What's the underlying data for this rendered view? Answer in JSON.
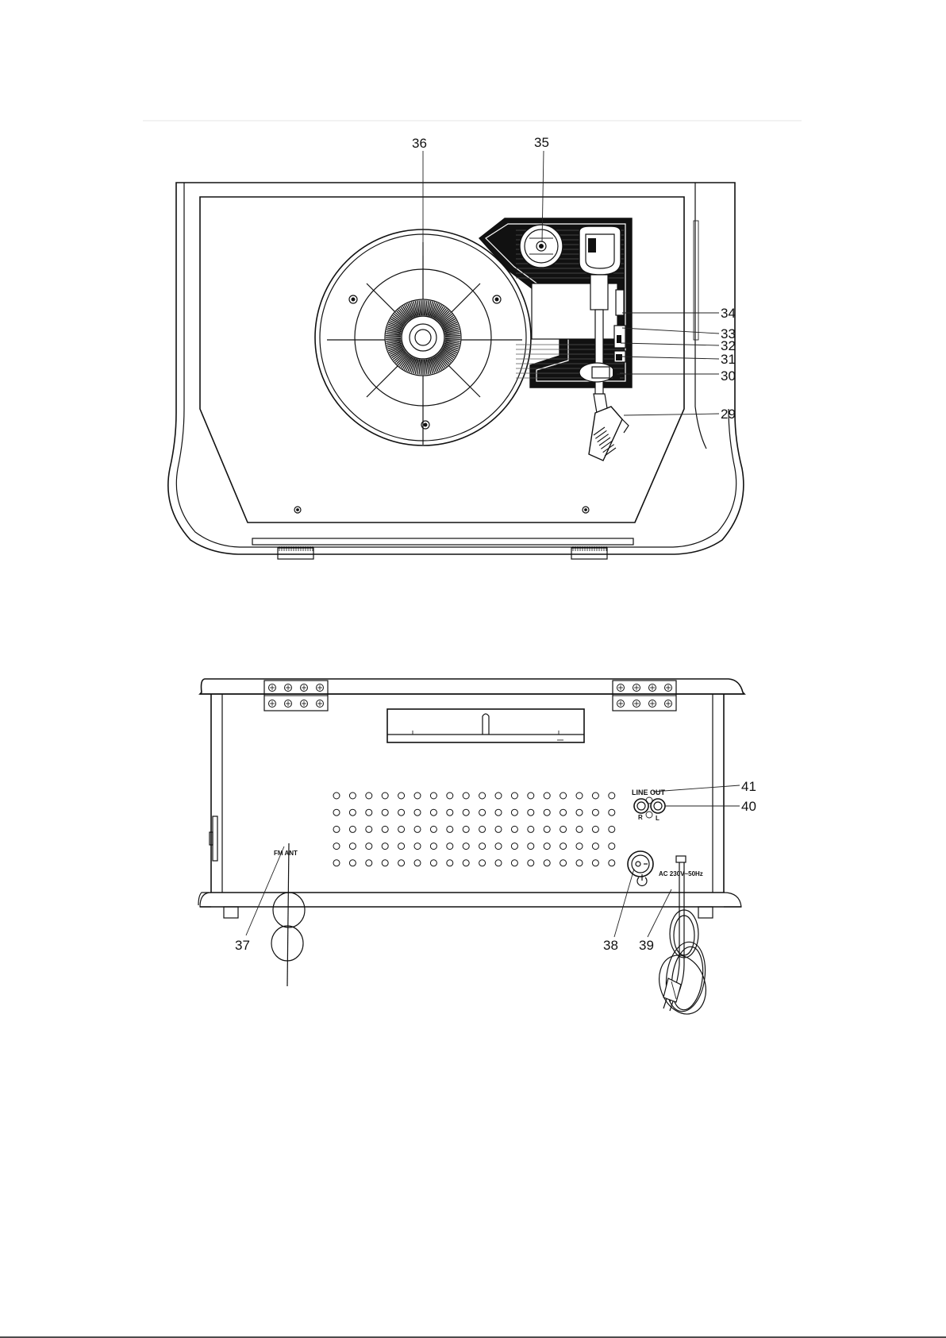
{
  "callouts_top": [
    "36",
    "35",
    "34",
    "33",
    "32",
    "31",
    "30",
    "29"
  ],
  "callouts_bottom": [
    "41",
    "40",
    "37",
    "38",
    "39"
  ],
  "back_panel_labels": {
    "line_out": "LINE OUT",
    "right_channel": "R",
    "left_channel": "L",
    "fm_antenna": "FM ANT",
    "power_rating": "AC 230V~50Hz"
  },
  "icons": {
    "power": "power-icon",
    "speaker_grille": "speaker-grille",
    "power_cord": "power-cord"
  },
  "colors": {
    "line": "#111111",
    "background": "#ffffff"
  }
}
